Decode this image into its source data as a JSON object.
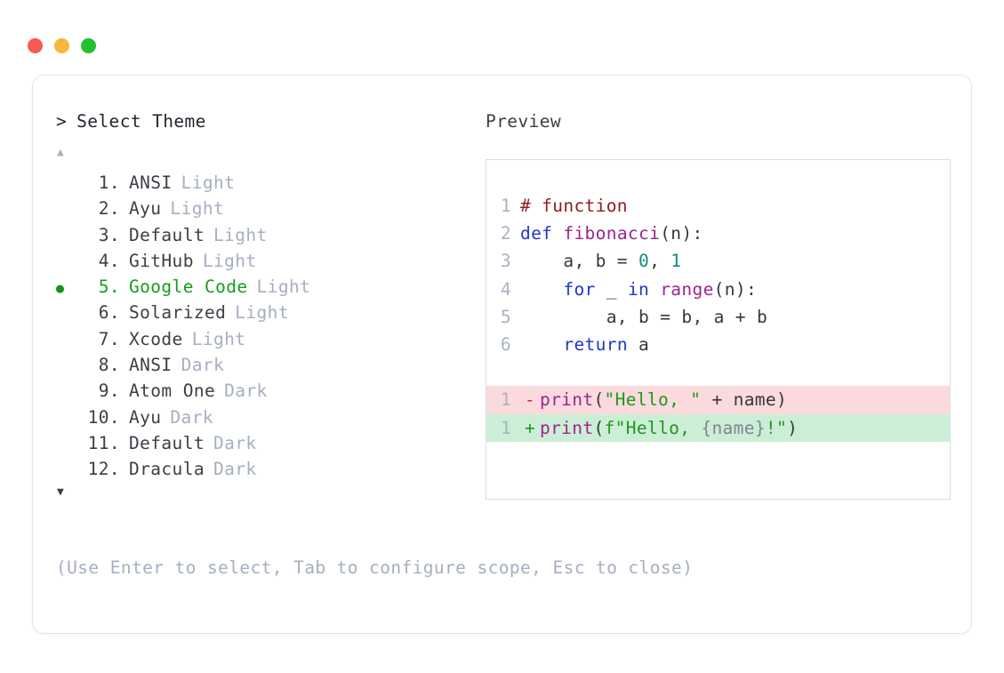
{
  "titlebar": {
    "buttons": [
      {
        "name": "close",
        "color": "#f75a55"
      },
      {
        "name": "minimize",
        "color": "#f6b83c"
      },
      {
        "name": "zoom",
        "color": "#24c030"
      }
    ]
  },
  "selector": {
    "caret": ">",
    "prompt": "Select Theme",
    "scroll_up": "▲",
    "scroll_down": "▼",
    "bullet": "●",
    "items": [
      {
        "index": "1.",
        "name": "ANSI",
        "variant": "Light",
        "selected": false
      },
      {
        "index": "2.",
        "name": "Ayu",
        "variant": "Light",
        "selected": false
      },
      {
        "index": "3.",
        "name": "Default",
        "variant": "Light",
        "selected": false
      },
      {
        "index": "4.",
        "name": "GitHub",
        "variant": "Light",
        "selected": false
      },
      {
        "index": "5.",
        "name": "Google Code",
        "variant": "Light",
        "selected": true
      },
      {
        "index": "6.",
        "name": "Solarized",
        "variant": "Light",
        "selected": false
      },
      {
        "index": "7.",
        "name": "Xcode",
        "variant": "Light",
        "selected": false
      },
      {
        "index": "8.",
        "name": "ANSI",
        "variant": "Dark",
        "selected": false
      },
      {
        "index": "9.",
        "name": "Atom One",
        "variant": "Dark",
        "selected": false
      },
      {
        "index": "10.",
        "name": "Ayu",
        "variant": "Dark",
        "selected": false
      },
      {
        "index": "11.",
        "name": "Default",
        "variant": "Dark",
        "selected": false
      },
      {
        "index": "12.",
        "name": "Dracula",
        "variant": "Dark",
        "selected": false
      }
    ]
  },
  "preview": {
    "label": "Preview",
    "code": [
      {
        "ln": "1",
        "tokens": [
          {
            "t": "# function",
            "c": "comment"
          }
        ]
      },
      {
        "ln": "2",
        "tokens": [
          {
            "t": "def ",
            "c": "keyword"
          },
          {
            "t": "fibonacci",
            "c": "func"
          },
          {
            "t": "(n):",
            "c": "punct"
          }
        ]
      },
      {
        "ln": "3",
        "tokens": [
          {
            "t": "    a, b = ",
            "c": "plain"
          },
          {
            "t": "0",
            "c": "number"
          },
          {
            "t": ", ",
            "c": "plain"
          },
          {
            "t": "1",
            "c": "number"
          }
        ]
      },
      {
        "ln": "4",
        "tokens": [
          {
            "t": "    ",
            "c": "plain"
          },
          {
            "t": "for",
            "c": "keyword"
          },
          {
            "t": " _ ",
            "c": "plain"
          },
          {
            "t": "in",
            "c": "keyword"
          },
          {
            "t": " ",
            "c": "plain"
          },
          {
            "t": "range",
            "c": "builtin"
          },
          {
            "t": "(n):",
            "c": "punct"
          }
        ]
      },
      {
        "ln": "5",
        "tokens": [
          {
            "t": "        a, b = b, a + b",
            "c": "plain"
          }
        ]
      },
      {
        "ln": "6",
        "tokens": [
          {
            "t": "    ",
            "c": "plain"
          },
          {
            "t": "return",
            "c": "keyword"
          },
          {
            "t": " a",
            "c": "plain"
          }
        ]
      }
    ],
    "diff": [
      {
        "ln": "1",
        "marker": "-",
        "kind": "removed",
        "tokens": [
          {
            "t": "print",
            "c": "func"
          },
          {
            "t": "(",
            "c": "punct"
          },
          {
            "t": "\"Hello, \"",
            "c": "string"
          },
          {
            "t": " + name)",
            "c": "plain"
          }
        ]
      },
      {
        "ln": "1",
        "marker": "+",
        "kind": "added",
        "tokens": [
          {
            "t": "print",
            "c": "func"
          },
          {
            "t": "(",
            "c": "punct"
          },
          {
            "t": "f\"Hello, ",
            "c": "string"
          },
          {
            "t": "{name}",
            "c": "interp"
          },
          {
            "t": "!\"",
            "c": "string"
          },
          {
            "t": ")",
            "c": "punct"
          }
        ]
      }
    ]
  },
  "footer": {
    "hint": "(Use Enter to select, Tab to configure scope, Esc to close)"
  }
}
